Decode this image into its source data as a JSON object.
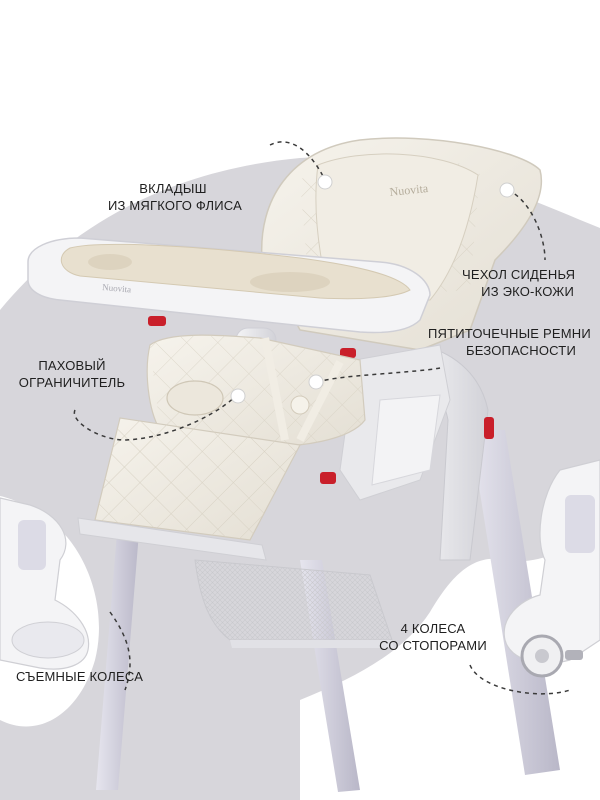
{
  "brand": "Nuovita",
  "colors": {
    "backdrop": "#d7d6db",
    "dashes": "#3a3a3a",
    "text": "#1f1f1f"
  },
  "callouts": {
    "fleece_insert": {
      "line1": "ВКЛАДЫШ",
      "line2": "ИЗ МЯГКОГО ФЛИСА"
    },
    "seat_cover": {
      "line1": "ЧЕХОЛ СИДЕНЬЯ",
      "line2": "ИЗ ЭКО-КОЖИ"
    },
    "harness": {
      "line1": "ПЯТИТОЧЕЧНЫЕ РЕМНИ",
      "line2": "БЕЗОПАСНОСТИ"
    },
    "crotch_guard": {
      "line1": "ПАХОВЫЙ",
      "line2": "ОГРАНИЧИТЕЛЬ"
    },
    "wheels_with_stoppers": {
      "line1": "4 КОЛЕСА",
      "line2": "СО СТОПОРАМИ"
    },
    "removable_wheels": {
      "text": "СЪЕМНЫЕ КОЛЕСА"
    }
  }
}
